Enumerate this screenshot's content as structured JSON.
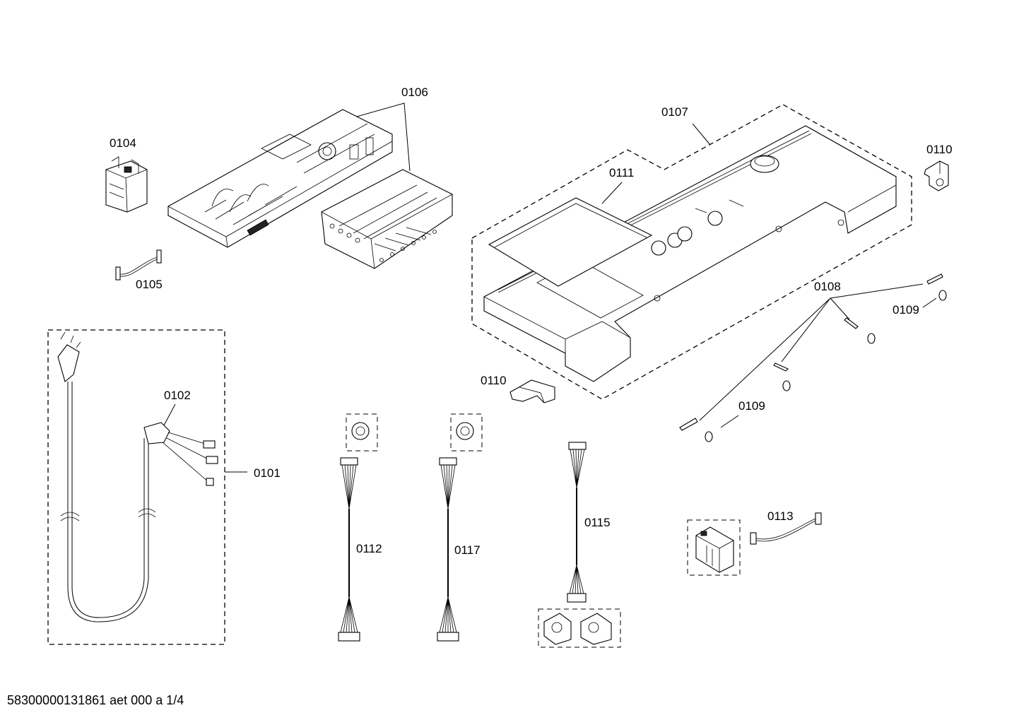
{
  "labels": {
    "p0101": "0101",
    "p0102": "0102",
    "p0104": "0104",
    "p0105": "0105",
    "p0106": "0106",
    "p0107": "0107",
    "p0108": "0108",
    "p0109a": "0109",
    "p0109b": "0109",
    "p0110a": "0110",
    "p0110b": "0110",
    "p0111": "0111",
    "p0112": "0112",
    "p0113": "0113",
    "p0115": "0115",
    "p0117": "0117"
  },
  "footer": "58300000131861 aet 000 a 1/4"
}
